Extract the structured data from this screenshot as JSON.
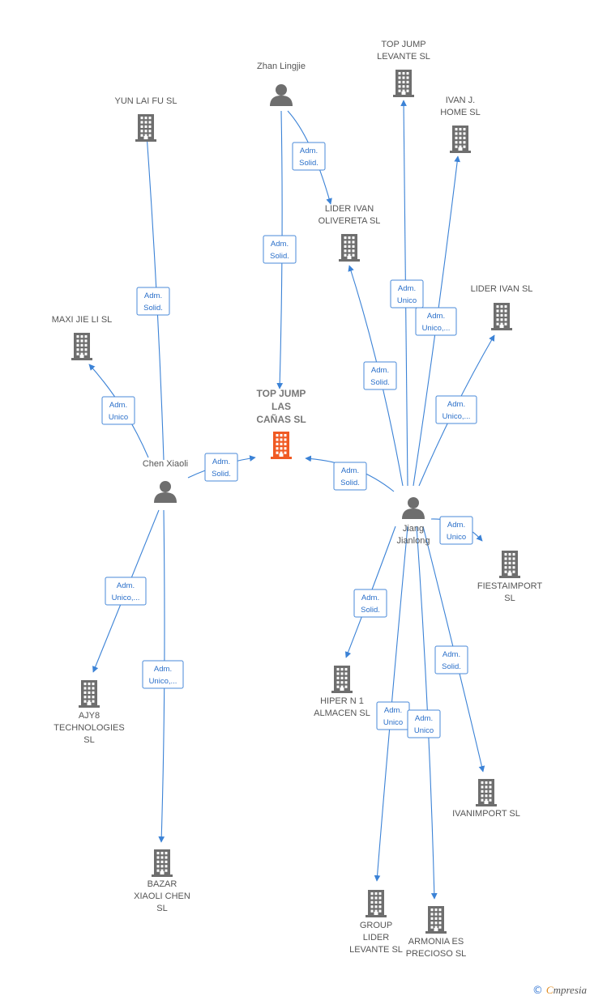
{
  "colors": {
    "edge": "#3b82d6",
    "company": "#6e6e6e",
    "main_company": "#f05a23",
    "person": "#6e6e6e"
  },
  "nodes": [
    {
      "id": "top_jump_las_canas",
      "type": "company",
      "main": true,
      "lines": [
        "TOP JUMP",
        "LAS",
        "CAÑAS  SL"
      ]
    },
    {
      "id": "zhan_lingjie",
      "type": "person",
      "lines": [
        "Zhan Lingjie"
      ]
    },
    {
      "id": "chen_xiaoli",
      "type": "person",
      "lines": [
        "Chen Xiaoli"
      ]
    },
    {
      "id": "jiang_jianlong",
      "type": "person",
      "lines": [
        "Jiang",
        "Jianlong"
      ]
    },
    {
      "id": "yun_lai_fu",
      "type": "company",
      "lines": [
        "YUN LAI FU  SL"
      ]
    },
    {
      "id": "top_jump_levante",
      "type": "company",
      "lines": [
        "TOP JUMP",
        "LEVANTE  SL"
      ]
    },
    {
      "id": "ivan_j_home",
      "type": "company",
      "lines": [
        "IVAN J.",
        "HOME  SL"
      ]
    },
    {
      "id": "lider_ivan_olivereta",
      "type": "company",
      "lines": [
        "LIDER IVAN",
        "OLIVERETA  SL"
      ]
    },
    {
      "id": "maxi_jie_li",
      "type": "company",
      "lines": [
        "MAXI JIE LI SL"
      ]
    },
    {
      "id": "lider_ivan",
      "type": "company",
      "lines": [
        "LIDER IVAN  SL"
      ]
    },
    {
      "id": "fiestaimport",
      "type": "company",
      "lines": [
        "FIESTAIMPORT",
        "SL"
      ]
    },
    {
      "id": "ajy8",
      "type": "company",
      "lines": [
        "AJY8",
        "TECHNOLOGIES",
        "SL"
      ]
    },
    {
      "id": "hiper_n1",
      "type": "company",
      "lines": [
        "HIPER N 1",
        "ALMACEN SL"
      ]
    },
    {
      "id": "ivanimport",
      "type": "company",
      "lines": [
        "IVANIMPORT SL"
      ]
    },
    {
      "id": "bazar_xiaoli_chen",
      "type": "company",
      "lines": [
        "BAZAR",
        "XIAOLI CHEN",
        "SL"
      ]
    },
    {
      "id": "group_lider_levante",
      "type": "company",
      "lines": [
        "GROUP",
        "LIDER",
        "LEVANTE  SL"
      ]
    },
    {
      "id": "armonia_es_precioso",
      "type": "company",
      "lines": [
        "ARMONIA ES",
        "PRECIOSO SL"
      ]
    }
  ],
  "edges": [
    {
      "from": "zhan_lingjie",
      "to": "top_jump_las_canas",
      "label": [
        "Adm.",
        "Solid."
      ]
    },
    {
      "from": "zhan_lingjie",
      "to": "lider_ivan_olivereta",
      "label": [
        "Adm.",
        "Solid."
      ]
    },
    {
      "from": "chen_xiaoli",
      "to": "top_jump_las_canas",
      "label": [
        "Adm.",
        "Solid."
      ]
    },
    {
      "from": "chen_xiaoli",
      "to": "yun_lai_fu",
      "label": [
        "Adm.",
        "Solid."
      ]
    },
    {
      "from": "chen_xiaoli",
      "to": "maxi_jie_li",
      "label": [
        "Adm.",
        "Unico"
      ]
    },
    {
      "from": "chen_xiaoli",
      "to": "ajy8",
      "label": [
        "Adm.",
        "Unico,..."
      ]
    },
    {
      "from": "chen_xiaoli",
      "to": "bazar_xiaoli_chen",
      "label": [
        "Adm.",
        "Unico,..."
      ]
    },
    {
      "from": "jiang_jianlong",
      "to": "top_jump_las_canas",
      "label": [
        "Adm.",
        "Solid."
      ]
    },
    {
      "from": "jiang_jianlong",
      "to": "lider_ivan_olivereta",
      "label": [
        "Adm.",
        "Solid."
      ]
    },
    {
      "from": "jiang_jianlong",
      "to": "top_jump_levante",
      "label": [
        "Adm.",
        "Unico"
      ]
    },
    {
      "from": "jiang_jianlong",
      "to": "ivan_j_home",
      "label": [
        "Adm.",
        "Unico,..."
      ]
    },
    {
      "from": "jiang_jianlong",
      "to": "lider_ivan",
      "label": [
        "Adm.",
        "Unico,..."
      ]
    },
    {
      "from": "jiang_jianlong",
      "to": "fiestaimport",
      "label": [
        "Adm.",
        "Unico"
      ]
    },
    {
      "from": "jiang_jianlong",
      "to": "hiper_n1",
      "label": [
        "Adm.",
        "Solid."
      ]
    },
    {
      "from": "jiang_jianlong",
      "to": "ivanimport",
      "label": [
        "Adm.",
        "Solid."
      ]
    },
    {
      "from": "jiang_jianlong",
      "to": "group_lider_levante",
      "label": [
        "Adm.",
        "Unico"
      ]
    },
    {
      "from": "jiang_jianlong",
      "to": "armonia_es_precioso",
      "label": [
        "Adm.",
        "Unico"
      ]
    }
  ],
  "footer": {
    "copyright": "©",
    "brand_initial": "C",
    "brand_rest": "mpresia"
  }
}
